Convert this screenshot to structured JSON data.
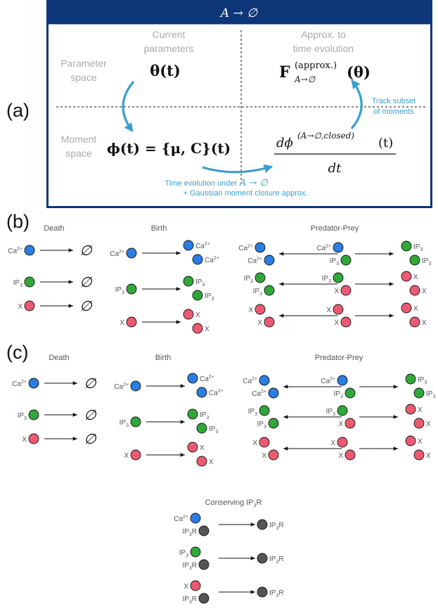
{
  "colors": {
    "navy": "#0d3778",
    "accent_blue": "#3a9fcf",
    "ca": "#2a7de1",
    "ip3": "#2fa83a",
    "x": "#ec5a72",
    "ip3r": "#555555",
    "grey_text": "#aaaaaa"
  },
  "panel_a": {
    "label": "(a)",
    "banner": "A → ∅",
    "current_params_line1": "Current",
    "current_params_line2": "parameters",
    "approx_line1": "Approx. to",
    "approx_line2": "time evolution",
    "param_space_line1": "Parameter",
    "param_space_line2": "space",
    "moment_space_line1": "Moment",
    "moment_space_line2": "space",
    "theta_t": "θ(t)",
    "F_main": "F",
    "F_sup": "(approx.)",
    "F_sub": "A→∅",
    "F_arg": "(θ)",
    "phi_eq": "ϕ(t) = {μ, C}(t)",
    "d_phi_num": "dϕ",
    "d_phi_sup": "(A→∅,closed)",
    "d_phi_arg": "(t)",
    "d_phi_den": "dt",
    "track_line1": "Track subset",
    "track_line2": "of moments",
    "time_evo_prefix": "Time evolution under",
    "time_evo_math": "A → ∅",
    "time_evo_line2": "+ Gaussian moment closure approx."
  },
  "panel_b": {
    "label": "(b)",
    "death_header": "Death",
    "birth_header": "Birth",
    "predprey_header": "Predator-Prey"
  },
  "panel_c": {
    "label": "(c)",
    "death_header": "Death",
    "birth_header": "Birth",
    "predprey_header": "Predator-Prey",
    "conserving_header_prefix": "Conserving IP",
    "conserving_header_sub": "3",
    "conserving_header_suffix": "R"
  },
  "species": {
    "ca": "Ca",
    "ca_sup": "2+",
    "ip3": "IP",
    "ip3_sub": "3",
    "x": "X",
    "ip3r": "IP",
    "ip3r_sub": "3",
    "ip3r_suffix": "R",
    "empty_set": "∅"
  }
}
